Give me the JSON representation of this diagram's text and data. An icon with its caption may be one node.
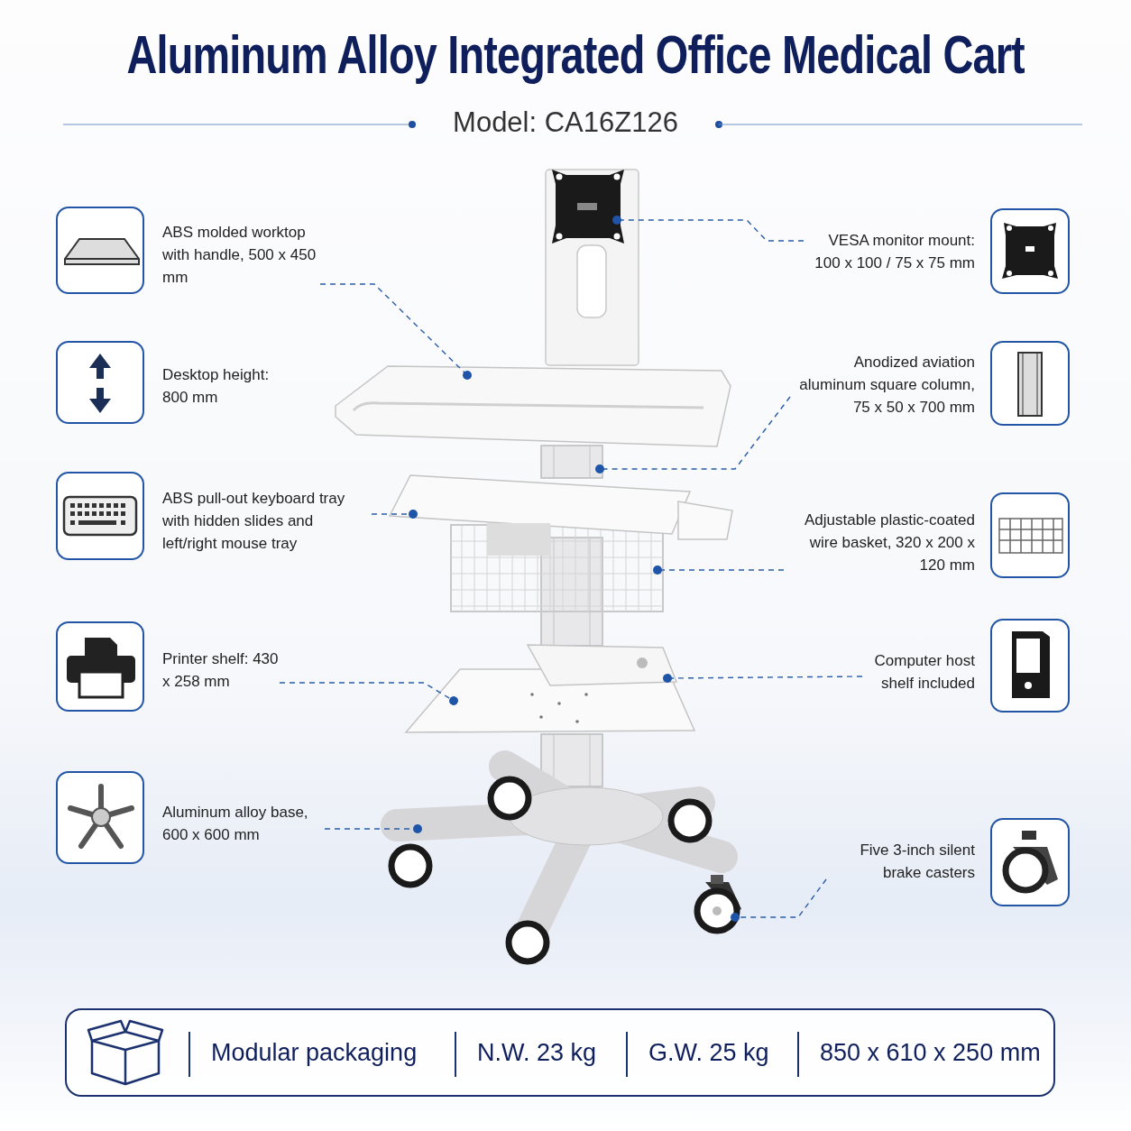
{
  "diagram": {
    "title": "Aluminum Alloy Integrated Office Medical Cart",
    "nodes": [
      {
        "text": [
          "ABS molded worktop with handle, 500 x 450 mm"
        ]
      },
      {
        "text": [
          "VESA monitor mount: 100 x 100 / 75 x 75 mm"
        ]
      },
      {
        "text": [
          "Anodized aviation aluminum square column, 75 x 50 x 700 mm"
        ]
      },
      {
        "text": [
          "ABS pull-out keyboard tray with hidden slides and left/right mouse tray"
        ]
      },
      {
        "text": [
          "Adjustable plastic-coated wire basket, 320 x 200 x 120 mm"
        ]
      },
      {
        "text": [
          "Printer shelf: 430 x 258 mm"
        ]
      },
      {
        "text": [
          "Computer host shelf included"
        ]
      },
      {
        "text": [
          "Aluminum alloy base, 600 x 600 mm"
        ]
      },
      {
        "text": [
          "Five 3-inch silent brake casters"
        ]
      },
      {
        "text": [],
        "shape": "picture"
      },
      {
        "text": [],
        "shape": "picture"
      },
      {
        "text": [],
        "shape": "picture"
      },
      {
        "text": [],
        "shape": "picture"
      },
      {
        "text": [],
        "shape": "picture"
      },
      {
        "text": [],
        "shape": "picture"
      },
      {
        "text": [],
        "shape": "picture"
      },
      {
        "text": [],
        "shape": "picture"
      },
      {
        "text": [],
        "shape": "picture"
      },
      {
        "text": [
          "Modular packaging",
          "N.W. 23 kg",
          "G.W. 25 kg",
          "850 x 610 x 250 mm"
        ]
      }
    ],
    "edges": [
      {
        "from": 0,
        "to": 10,
        "arrow": "other",
        "style": "dashed"
      },
      {
        "from": 1,
        "to": 9,
        "arrow": "other",
        "style": "dashed"
      },
      {
        "from": 2,
        "to": 11,
        "arrow": "other",
        "style": "dashed"
      },
      {
        "from": 3,
        "to": 12,
        "arrow": "other",
        "style": "dashed"
      },
      {
        "from": 4,
        "to": 13,
        "arrow": "other",
        "style": "dashed"
      },
      {
        "from": 5,
        "to": 15,
        "arrow": "other",
        "style": "dashed"
      },
      {
        "from": 6,
        "to": 14,
        "arrow": "other",
        "style": "dashed"
      },
      {
        "from": 7,
        "to": 16,
        "arrow": "other",
        "style": "dashed"
      },
      {
        "from": 8,
        "to": 17,
        "arrow": "other",
        "style": "dashed"
      }
    ],
    "labels": [
      "Model: CA16Z126",
      "Desktop height: 800 mm"
    ]
  }
}
